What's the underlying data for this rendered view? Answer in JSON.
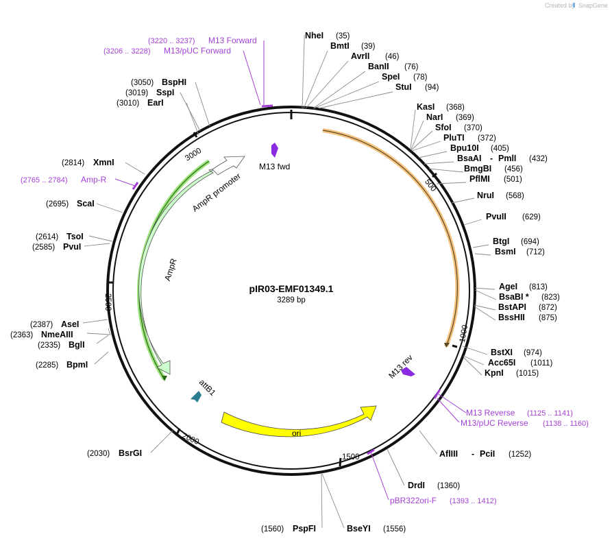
{
  "credit": {
    "created_by": "Created by",
    "app": "SnapGene"
  },
  "plasmid": {
    "name": "pIR03-EMF01349.1",
    "length_label": "3289 bp",
    "length": 3289
  },
  "colors": {
    "backbone": "#111111",
    "orange_arc": "#f5c27e",
    "green_arc": "#9be27a",
    "ampr": "#ccffcc",
    "ori": "#ffff00",
    "primer": "#a33fd6",
    "m13_marker": "#8a2be2",
    "attb1": "#2b7d91"
  },
  "ticks": [
    "500",
    "1000",
    "1500",
    "2000",
    "2500",
    "3000"
  ],
  "enzymes": [
    {
      "name": "NheI",
      "pos": "(35)"
    },
    {
      "name": "BmtI",
      "pos": "(39)"
    },
    {
      "name": "AvrII",
      "pos": "(46)"
    },
    {
      "name": "BanII",
      "pos": "(76)"
    },
    {
      "name": "SpeI",
      "pos": "(78)"
    },
    {
      "name": "StuI",
      "pos": "(94)"
    },
    {
      "name": "KasI",
      "pos": "(368)"
    },
    {
      "name": "NarI",
      "pos": "(369)"
    },
    {
      "name": "SfoI",
      "pos": "(370)"
    },
    {
      "name": "PluTI",
      "pos": "(372)"
    },
    {
      "name": "Bpu10I",
      "pos": "(405)"
    },
    {
      "name": "BsaAI",
      "name2": "PmlI",
      "pos": "(432)"
    },
    {
      "name": "BmgBI",
      "pos": "(456)"
    },
    {
      "name": "PflMI",
      "pos": "(501)"
    },
    {
      "name": "NruI",
      "pos": "(568)"
    },
    {
      "name": "PvuII",
      "pos": "(629)"
    },
    {
      "name": "BtgI",
      "pos": "(694)"
    },
    {
      "name": "BsmI",
      "pos": "(712)"
    },
    {
      "name": "AgeI",
      "pos": "(813)"
    },
    {
      "name": "BsaBI *",
      "pos": "(823)"
    },
    {
      "name": "BstAPI",
      "pos": "(872)"
    },
    {
      "name": "BssHII",
      "pos": "(875)"
    },
    {
      "name": "BstXI",
      "pos": "(974)"
    },
    {
      "name": "Acc65I",
      "pos": "(1011)"
    },
    {
      "name": "KpnI",
      "pos": "(1015)"
    },
    {
      "name": "AflIII",
      "name2": "PciI",
      "pos": "(1252)"
    },
    {
      "name": "DrdI",
      "pos": "(1360)"
    },
    {
      "name": "BseYI",
      "pos": "(1556)"
    },
    {
      "name": "PspFI",
      "pos": "(1560)"
    },
    {
      "name": "BsrGI",
      "pos": "(2030)"
    },
    {
      "name": "BpmI",
      "pos": "(2285)"
    },
    {
      "name": "BglI",
      "pos": "(2335)"
    },
    {
      "name": "NmeAIII",
      "pos": "(2363)"
    },
    {
      "name": "AseI",
      "pos": "(2387)"
    },
    {
      "name": "PvuI",
      "pos": "(2585)"
    },
    {
      "name": "TsoI",
      "pos": "(2614)"
    },
    {
      "name": "ScaI",
      "pos": "(2695)"
    },
    {
      "name": "XmnI",
      "pos": "(2814)"
    },
    {
      "name": "EarI",
      "pos": "(3010)"
    },
    {
      "name": "SspI",
      "pos": "(3019)"
    },
    {
      "name": "BspHI",
      "pos": "(3050)"
    }
  ],
  "primers": [
    {
      "name": "M13 Forward",
      "range": "(3220 .. 3237)"
    },
    {
      "name": "M13/pUC Forward",
      "range": "(3206 .. 3228)"
    },
    {
      "name": "Amp-R",
      "range": "(2765 .. 2784)"
    },
    {
      "name": "M13 Reverse",
      "range": "(1125 .. 1141)"
    },
    {
      "name": "M13/pUC Reverse",
      "range": "(1138 .. 1160)"
    },
    {
      "name": "pBR322ori-F",
      "range": "(1393 .. 1412)"
    }
  ],
  "features": {
    "m13_fwd": "M13 fwd",
    "m13_rev": "M13 rev",
    "ampr_promoter": "AmpR promoter",
    "ampr": "AmpR",
    "attb1": "attB1",
    "ori": "ori"
  }
}
